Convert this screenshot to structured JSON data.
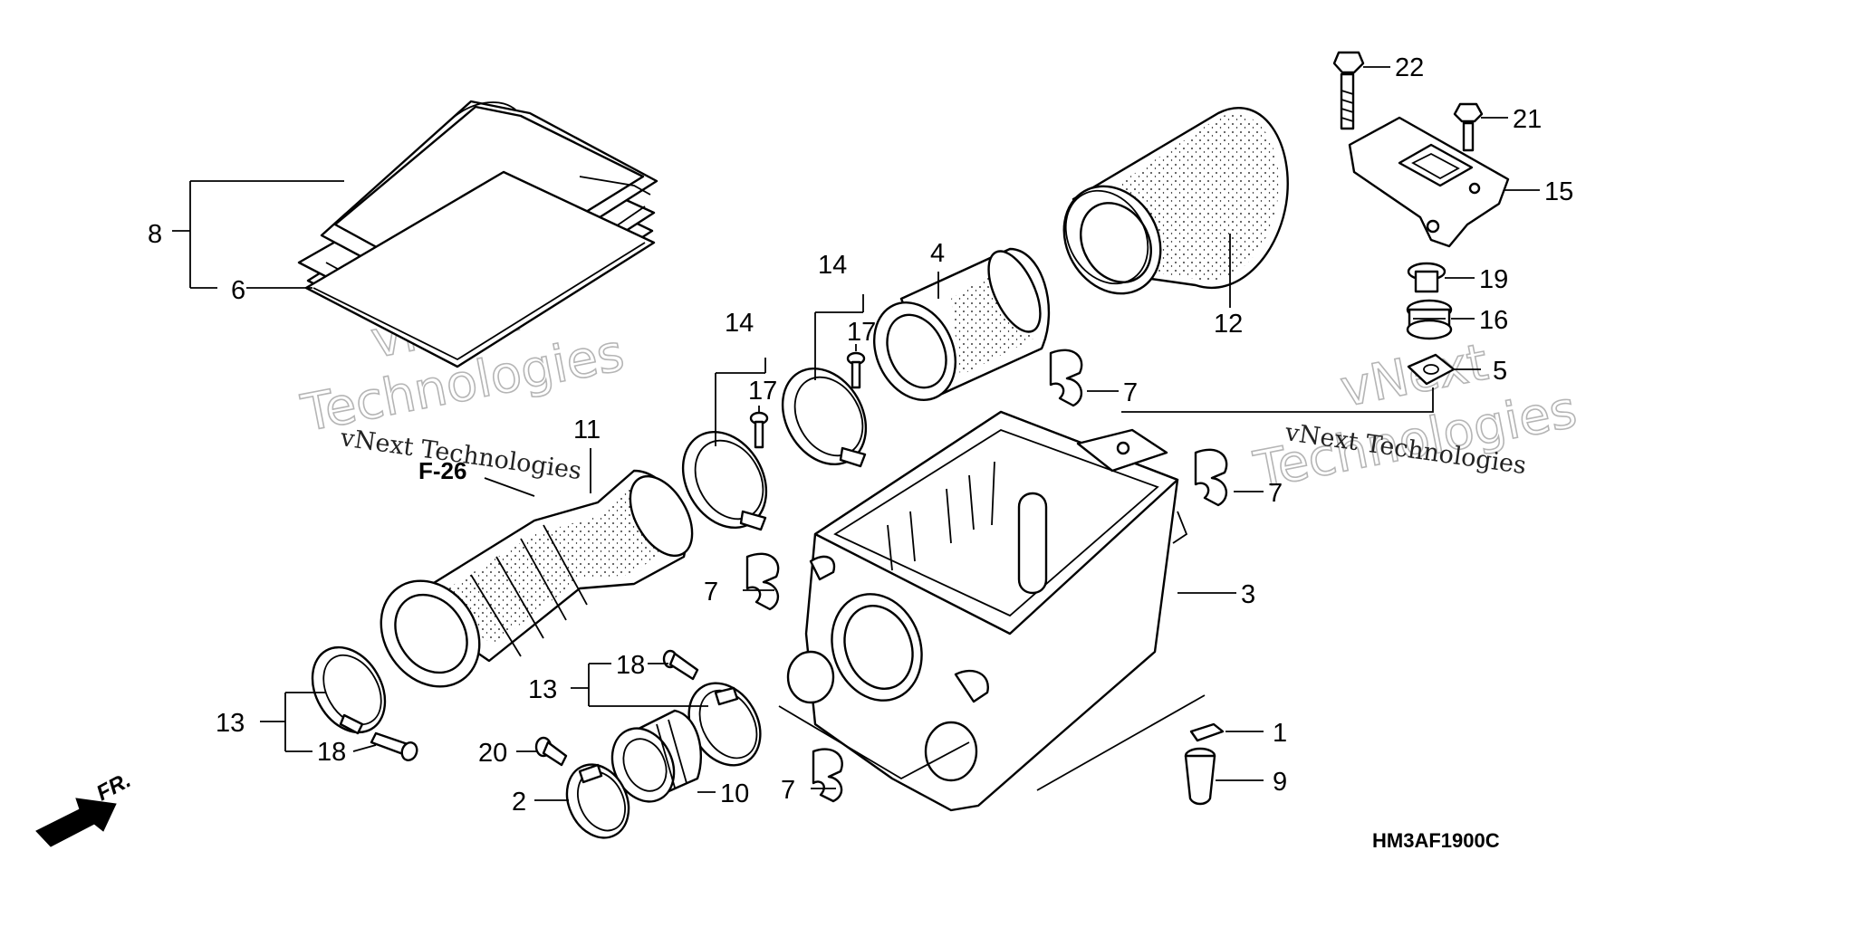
{
  "diagram": {
    "type": "exploded parts diagram",
    "part_labels": {
      "p1": "1",
      "p2": "2",
      "p3": "3",
      "p4": "4",
      "p5": "5",
      "p6": "6",
      "p7a": "7",
      "p7b": "7",
      "p7c": "7",
      "p7d": "7",
      "p8": "8",
      "p9": "9",
      "p10": "10",
      "p11": "11",
      "p12": "12",
      "p13a": "13",
      "p13b": "13",
      "p14a": "14",
      "p14b": "14",
      "p15": "15",
      "p16": "16",
      "p17a": "17",
      "p17b": "17",
      "p18a": "18",
      "p18b": "18",
      "p19": "19",
      "p20": "20",
      "p21": "21",
      "p22": "22"
    },
    "reference": "F-26",
    "direction_label": "FR.",
    "drawing_code": "HM3AF1900C"
  },
  "watermarks": [
    {
      "line1": "vNext",
      "line2": "Technologies",
      "caption": "vNext Technologies"
    },
    {
      "line1": "vNext",
      "line2": "Technologies",
      "caption": "vNext Technologies"
    }
  ]
}
